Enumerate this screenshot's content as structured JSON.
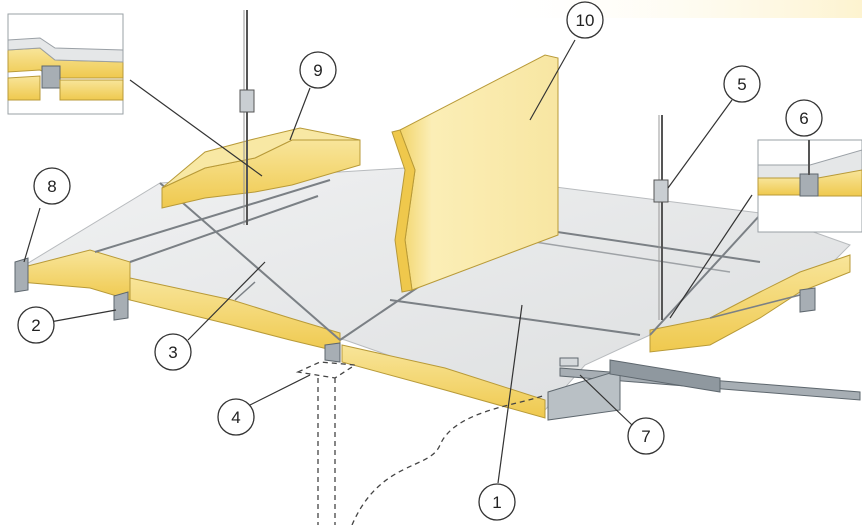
{
  "colors": {
    "panel_top": "#e6e7e8",
    "panel_top_light": "#eeeff0",
    "foam": "#f3d368",
    "foam_light": "#f9eaa8",
    "foam_dark": "#d9b43d",
    "metal": "#9aa3aa",
    "metal_dark": "#5e676e",
    "line": "#444444",
    "callout_fill": "#ffffff"
  },
  "callouts": [
    {
      "id": "1",
      "label": "1"
    },
    {
      "id": "2",
      "label": "2"
    },
    {
      "id": "3",
      "label": "3"
    },
    {
      "id": "4",
      "label": "4"
    },
    {
      "id": "5",
      "label": "5"
    },
    {
      "id": "6",
      "label": "6"
    },
    {
      "id": "7",
      "label": "7"
    },
    {
      "id": "8",
      "label": "8"
    },
    {
      "id": "9",
      "label": "9"
    },
    {
      "id": "10",
      "label": "10"
    }
  ],
  "insets": [
    {
      "id": "top-left",
      "content": "panel-joint-detail"
    },
    {
      "id": "right",
      "content": "hanger-clip-detail"
    }
  ]
}
